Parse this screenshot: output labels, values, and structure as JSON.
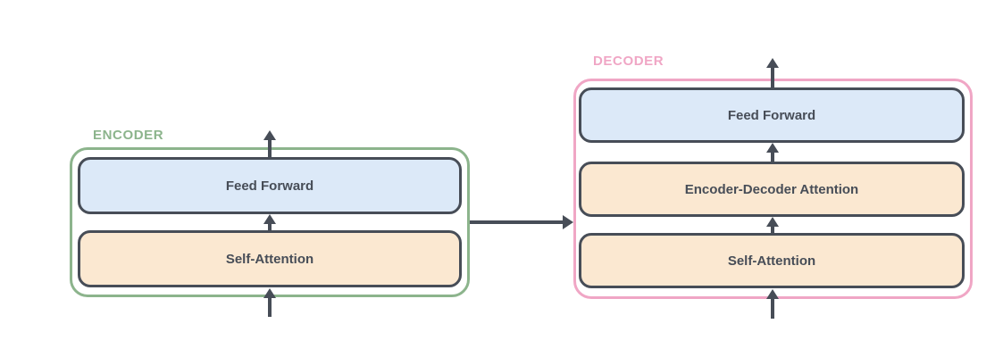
{
  "diagram": {
    "encoder": {
      "label": "ENCODER",
      "blocks": [
        {
          "label": "Feed Forward"
        },
        {
          "label": "Self-Attention"
        }
      ]
    },
    "decoder": {
      "label": "DECODER",
      "blocks": [
        {
          "label": "Feed Forward"
        },
        {
          "label": "Encoder-Decoder Attention"
        },
        {
          "label": "Self-Attention"
        }
      ]
    },
    "arrows": [
      "encoder-input-up",
      "encoder-self-attention-to-feed-forward-up",
      "encoder-output-up",
      "encoder-to-decoder-right",
      "decoder-input-up",
      "decoder-self-attention-to-encoder-decoder-attention-up",
      "decoder-encoder-decoder-attention-to-feed-forward-up",
      "decoder-output-up"
    ]
  },
  "colors": {
    "encoder_border": "#8cb48c",
    "decoder_border": "#f0a6c5",
    "feed_forward_fill": "#dce9f8",
    "attention_fill": "#fbe8d1",
    "block_border": "#474d57",
    "arrow": "#474d57",
    "text": "#474d57",
    "background": "#ffffff"
  }
}
